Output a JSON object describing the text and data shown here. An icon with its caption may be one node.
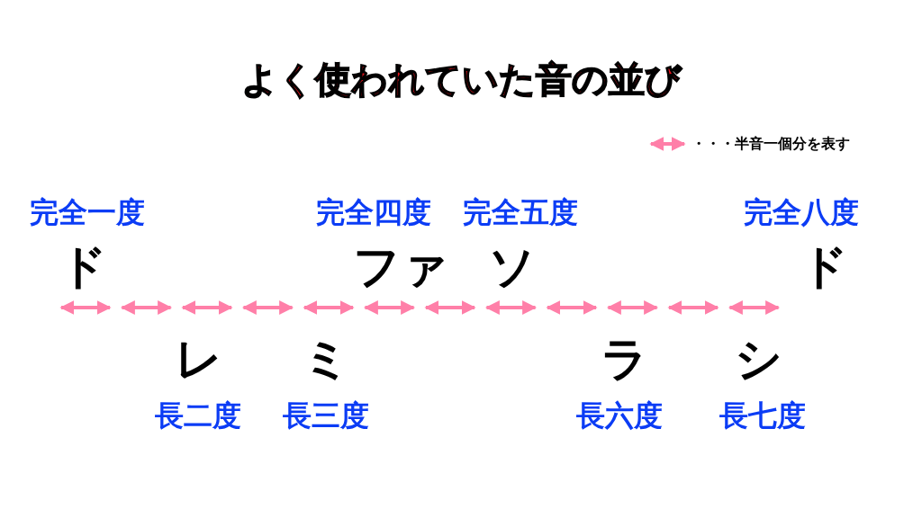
{
  "diagram": {
    "title": "よく使われていた音の並び",
    "labels": [
      "完全一度",
      "完全四度",
      "完全五度",
      "完全八度",
      "ド",
      "ファ",
      "ソ",
      "ド",
      "レ",
      "ミ",
      "ラ",
      "シ",
      "長二度",
      "長三度",
      "長六度",
      "長七度"
    ],
    "legend": [
      {
        "text": "・・・半音一個分を表す"
      }
    ]
  }
}
